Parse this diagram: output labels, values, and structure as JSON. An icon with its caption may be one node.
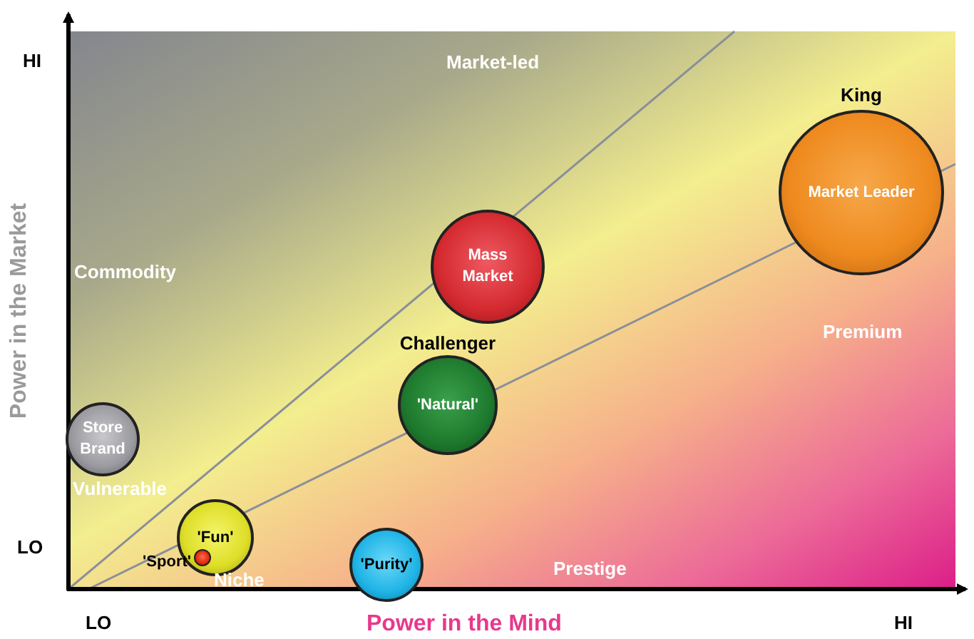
{
  "diagram": {
    "nodes": [
      {
        "text": [
          "King",
          "Market Leader"
        ]
      },
      {
        "text": [
          "Mass Market"
        ]
      },
      {
        "text": [
          "Challenger",
          "'Natural'"
        ]
      },
      {
        "text": [
          "Store Brand"
        ]
      },
      {
        "text": [
          "'Fun'"
        ]
      },
      {
        "text": [],
        "shape": "circle",
        "in": 4,
        "beside": [
          "'Sport'"
        ]
      },
      {
        "text": [
          "'Purity'"
        ]
      }
    ],
    "labels": [
      "HI",
      "Market-led",
      "Commodity",
      "Premium",
      "Power in the Market",
      "Vulnerable",
      "LO",
      "Niche",
      "Prestige",
      "LO",
      "Power in the Mind",
      "HI"
    ]
  }
}
